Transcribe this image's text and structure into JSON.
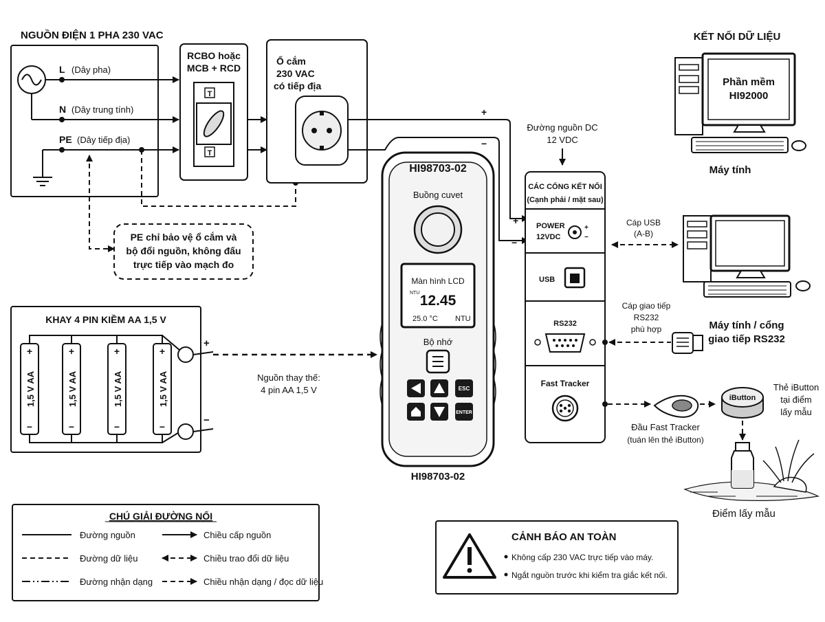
{
  "power_source": {
    "title": "NGUỒN ĐIỆN 1 PHA 230 VAC",
    "lines": [
      {
        "code": "L",
        "label": "(Dây pha)"
      },
      {
        "code": "N",
        "label": "(Dây trung tính)"
      },
      {
        "code": "PE",
        "label": "(Dây tiếp địa)"
      }
    ]
  },
  "rcbo": {
    "line1": "RCBO hoặc",
    "line2": "MCB + RCD",
    "t": "T"
  },
  "socket": {
    "line1": "Ổ cắm",
    "line2": "230 VAC",
    "line3": "có tiếp địa"
  },
  "pe_note": {
    "line1": "PE chỉ bảo vệ ổ cắm và",
    "line2": "bộ đổi nguồn, không đấu",
    "line3": "trực tiếp vào mạch đo"
  },
  "battery_tray": {
    "title": "KHAY 4 PIN KIỀM AA 1,5 V",
    "cell_label": "1,5 V AA",
    "plus": "+",
    "minus": "−"
  },
  "alt_power": {
    "line1": "Nguồn thay thế:",
    "line2": "4 pin AA 1,5 V"
  },
  "meter": {
    "model_top": "HI98703-02",
    "model_bottom": "HI98703-02",
    "cuvette_label": "Buồng cuvet",
    "lcd_label": "Màn hình LCD",
    "lcd_unit_small": "NTU",
    "lcd_value": "12.45",
    "lcd_temp": "25.0 °C",
    "lcd_unit": "NTU",
    "memory_label": "Bộ nhớ",
    "keys": {
      "esc": "ESC",
      "enter": "ENTER"
    }
  },
  "dc_power": {
    "line1": "Đường nguồn DC",
    "line2": "12 VDC",
    "plus": "+",
    "minus": "−"
  },
  "ports_panel": {
    "title": "CÁC CỔNG KẾT NỐI",
    "subtitle": "(Cạnh phải / mặt sau)",
    "power_label1": "POWER",
    "power_label2": "12VDC",
    "usb_label": "USB",
    "rs232_label": "RS232",
    "fast_tracker_label": "Fast Tracker"
  },
  "data_link": {
    "title": "KẾT NỐI DỮ LIỆU"
  },
  "pc1": {
    "screen_line1": "Phần mềm",
    "screen_line2": "HI92000",
    "caption": "Máy tính"
  },
  "usb_cable": {
    "line1": "Cáp USB",
    "line2": "(A-B)"
  },
  "rs232_cable": {
    "line1": "Cáp giao tiếp",
    "line2": "RS232",
    "line3": "phù hợp"
  },
  "pc2": {
    "caption_line1": "Máy tính / cổng",
    "caption_line2": "giao tiếp RS232"
  },
  "ibutton": {
    "chip_label": "iButton",
    "caption_line1": "Thẻ iButton",
    "caption_line2": "tại điểm",
    "caption_line3": "lấy mẫu"
  },
  "fast_tracker_head": {
    "line1": "Đầu Fast Tracker",
    "line2": "(tuán lên thẻ iButton)"
  },
  "sampling_point": {
    "caption": "Điểm lấy mẫu"
  },
  "legend": {
    "title": "CHÚ GIẢI ĐƯỜNG NỐI",
    "items": [
      {
        "left": "Đường nguồn",
        "right": "Chiều cấp nguồn"
      },
      {
        "left": "Đường dữ liệu",
        "right": "Chiều trao đổi dữ liệu"
      },
      {
        "left": "Đường nhận dạng",
        "right": "Chiều nhận dạng / đọc dữ liệu"
      }
    ]
  },
  "warning": {
    "title": "CẢNH BÁO AN TOÀN",
    "items": [
      "Không cấp 230 VAC trực tiếp vào máy.",
      "Ngắt nguồn trước khi kiểm tra giắc kết nối."
    ]
  }
}
